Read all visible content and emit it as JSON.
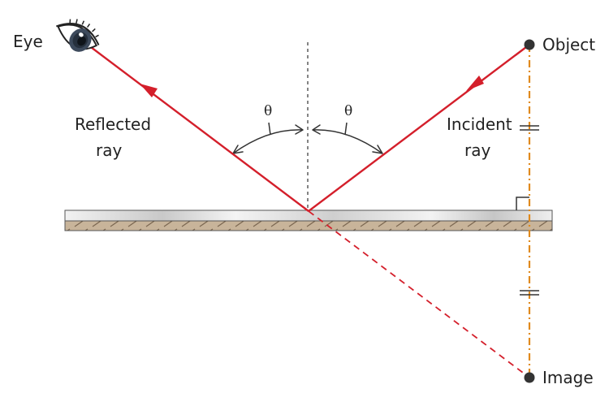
{
  "labels": {
    "eye": "Eye",
    "object": "Object",
    "image": "Image",
    "reflected_line1": "Reflected",
    "reflected_line2": "ray",
    "incident_line1": "Incident",
    "incident_line2": "ray",
    "theta_left": "θ",
    "theta_right": "θ"
  },
  "colors": {
    "ray": "#d41f2b",
    "construction_line": "#e08a1e",
    "mirror_glass": "#e6e6e6",
    "mirror_backing": "#c8b49a",
    "point": "#333333"
  }
}
